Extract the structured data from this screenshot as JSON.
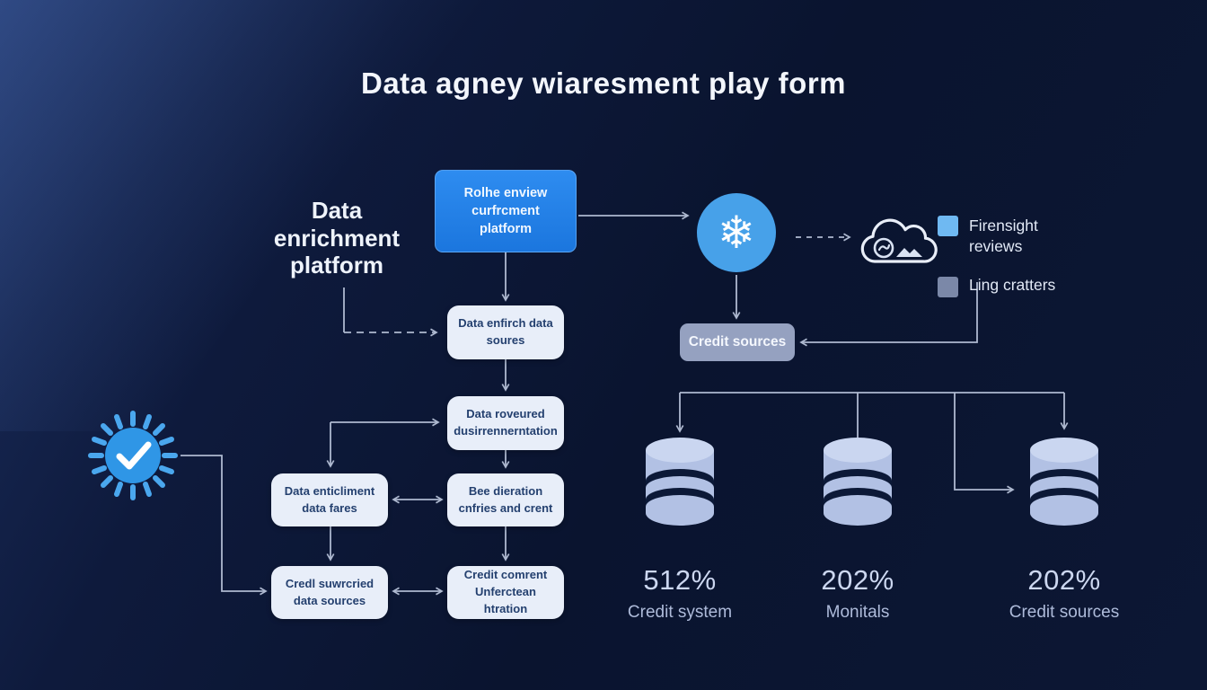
{
  "title": "Data agney wiaresment play form",
  "diagram": {
    "platform_label": "Data enrichment platform",
    "boxes": {
      "root": "Rolhe enview curfrcment platform",
      "sources": "Data enfirch data soures",
      "documentation": "Data roveured dusirrennerntation",
      "generation": "Bee dieration cnfries and crent",
      "integration": "Credit comrent Unferctean htration",
      "faces": "Data enticliment data fares",
      "sourced": "Credl suwrcried data sources",
      "credit_sources": "Credit sources"
    },
    "legend": {
      "items": [
        {
          "label": "Firensight reviews",
          "color": "#6fb9f2"
        },
        {
          "label": "Ling cratters",
          "color": "#7b88a8"
        }
      ]
    },
    "stats": [
      {
        "value": "512%",
        "label": "Credit system"
      },
      {
        "value": "202%",
        "label": "Monitals"
      },
      {
        "value": "202%",
        "label": "Credit sources"
      }
    ],
    "icons": {
      "snowflake_glyph": "❄",
      "check": "checkmark",
      "cloud": "cloud",
      "database": "database-cylinder"
    },
    "colors": {
      "accent_blue": "#1f7de2",
      "icon_blue": "#47a1e9",
      "box_light": "#e8eef9",
      "box_gray": "#95a1c0",
      "cylinder": "#b2c1e4",
      "line": "#aeb9d0",
      "background": "#0b1531"
    }
  }
}
